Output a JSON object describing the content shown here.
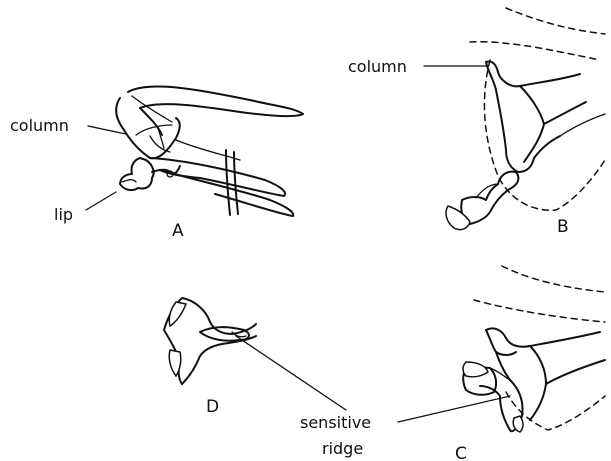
{
  "labels": {
    "column_a": "column",
    "lip": "lip",
    "column_b": "column",
    "sensitive_line1": "sensitive",
    "sensitive_line2": "ridge"
  },
  "panels": {
    "a": "A",
    "b": "B",
    "c": "C",
    "d": "D"
  }
}
